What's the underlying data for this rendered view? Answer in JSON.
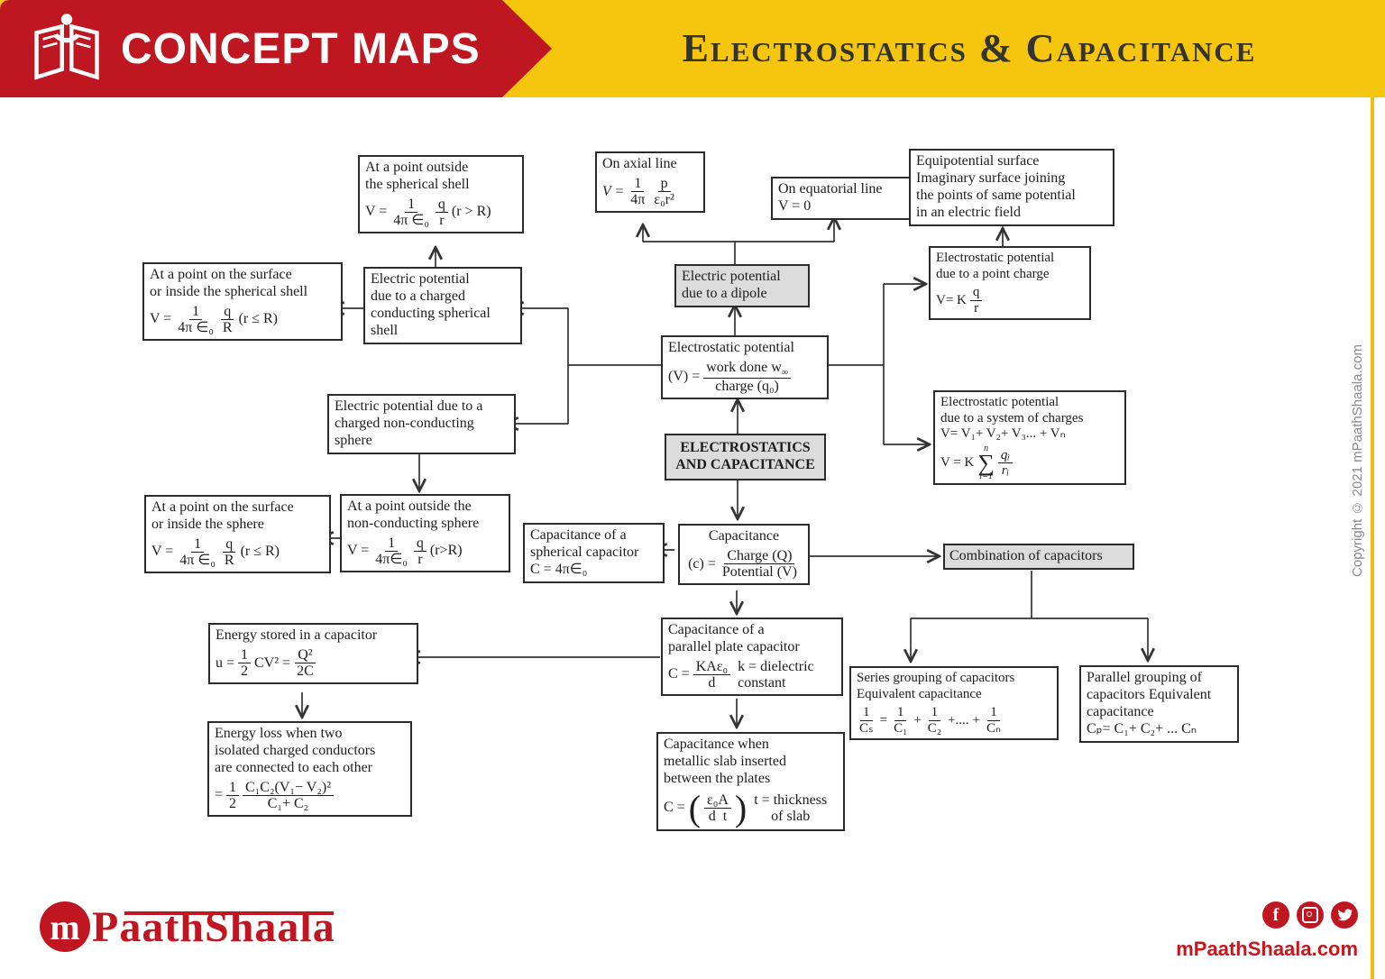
{
  "header": {
    "brand": "CONCEPT MAPS",
    "title": "Electrostatics & Capacitance",
    "accent_red": "#bf1722",
    "accent_yellow": "#f6c50f"
  },
  "footer": {
    "logo_m": "m",
    "logo_text": "PaathShaala",
    "website": "mPaathShaala.com",
    "facebook_glyph": "f",
    "copyright": "Copyright © 2021 mPaathShaala.com"
  },
  "b": {
    "outside_shell": {
      "l1": "At a point outside",
      "l2": "the spherical shell",
      "lead": "V =",
      "f1n": "1",
      "f1d": "4π ∈₀",
      "f2n": "q",
      "f2d": "r",
      "post": "(r > R)"
    },
    "axial": {
      "l1": "On axial line",
      "lead": "V =",
      "f1n": "1",
      "f1d": "4π",
      "f2n": "p",
      "f2d": "ε₀r²"
    },
    "equatorial": {
      "l1": "On equatorial line",
      "l2": "V = 0"
    },
    "equipotential": {
      "l1": "Equipotential surface",
      "l2": "Imaginary surface joining",
      "l3": "the points of same potential",
      "l4": "in an electric field"
    },
    "surface_shell": {
      "l1": "At a point on the surface",
      "l2": "or inside the spherical shell",
      "lead": "V =",
      "f1n": "1",
      "f1d": "4π ∈₀",
      "f2n": "q",
      "f2d": "R",
      "post": "(r ≤ R)"
    },
    "conducting_shell": {
      "l1": "Electric potential",
      "l2": "due to a charged",
      "l3": "conducting spherical",
      "l4": "shell"
    },
    "dipole": {
      "l1": "Electric potential",
      "l2": "due to a dipole"
    },
    "potential_def": {
      "l1": "Electrostatic potential",
      "lead": "(V) =",
      "numa": "work done w",
      "numb": "∞",
      "den": "charge (q₀)"
    },
    "point_charge": {
      "l1": "Electrostatic potential",
      "l2": "due to a point charge",
      "lead": "V= K",
      "fn": "q",
      "fd": "r"
    },
    "system_charges": {
      "l1": "Electrostatic potential",
      "l2": "due to a system of charges",
      "l3": "V= V₁+ V₂+ V₃... + Vₙ",
      "lead": "V = K",
      "sup": "n",
      "sigma": "∑",
      "sub": "i=1",
      "fn": "qᵢ",
      "fd": "rᵢ"
    },
    "noncond_sphere": {
      "l1": "Electric potential due to a",
      "l2": "charged non-conducting",
      "l3": "sphere"
    },
    "center": {
      "l1": "ELECTROSTATICS",
      "l2": "AND CAPACITANCE"
    },
    "surface_sphere": {
      "l1": "At a point on the surface",
      "l2": "or inside the sphere",
      "lead": "V =",
      "f1n": "1",
      "f1d": "4π ∈₀",
      "f2n": "q",
      "f2d": "R",
      "post": "(r ≤ R)"
    },
    "outside_noncond": {
      "l1": "At a point outside the",
      "l2": "non-conducting sphere",
      "lead": "V =",
      "f1n": "1",
      "f1d": "4π∈₀",
      "f2n": "q",
      "f2d": "r",
      "post": "(r>R)"
    },
    "spherical_cap": {
      "l1": "Capacitance of a",
      "l2": "spherical capacitor",
      "l3": "C = 4π∈₀"
    },
    "capacitance_def": {
      "l1": "Capacitance",
      "lead": "(c) =",
      "num": "Charge (Q)",
      "den": "Potential (V)"
    },
    "combination": {
      "l1": "Combination of capacitors"
    },
    "energy_stored": {
      "l1": "Energy stored in a capacitor",
      "lead": "u =",
      "f1n": "1",
      "f1d": "2",
      "mid": "CV² =",
      "f2n": "Q²",
      "f2d": "2C"
    },
    "parallel_plate": {
      "l1": "Capacitance of a",
      "l2": "parallel plate capacitor",
      "lead": "C =",
      "fn": "KAε₀",
      "fd": "d",
      "s1": "k = dielectric",
      "s2": "constant"
    },
    "series_group": {
      "l1": "Series grouping of capacitors",
      "l2": "Equivalent capacitance",
      "f0n": "1",
      "f0d": "Cₛ",
      "eq": "=",
      "f1n": "1",
      "f1d": "C₁",
      "p1": "+",
      "f2n": "1",
      "f2d": "C₂",
      "p2": "+....",
      "p3": "+",
      "f3n": "1",
      "f3d": "Cₙ"
    },
    "parallel_group": {
      "l1": "Parallel grouping of",
      "l2": "capacitors Equivalent",
      "l3": "capacitance",
      "l4": "Cₚ= C₁+ C₂+ ... Cₙ"
    },
    "energy_loss": {
      "l1": "Energy loss when two",
      "l2": "isolated charged conductors",
      "l3": "are connected to each other",
      "lead": "=",
      "f1n": "1",
      "f1d": "2",
      "f2n": "C₁C₂(V₁− V₂)²",
      "f2d": "C₁+ C₂"
    },
    "metallic_slab": {
      "l1": "Capacitance when",
      "l2": "metallic slab inserted",
      "l3": "between the plates",
      "lead": "C =",
      "lp": "(",
      "fn": "ε₀A",
      "fd": "d  t",
      "rp": ")",
      "s1": "t = thickness",
      "s2": "of slab"
    }
  }
}
